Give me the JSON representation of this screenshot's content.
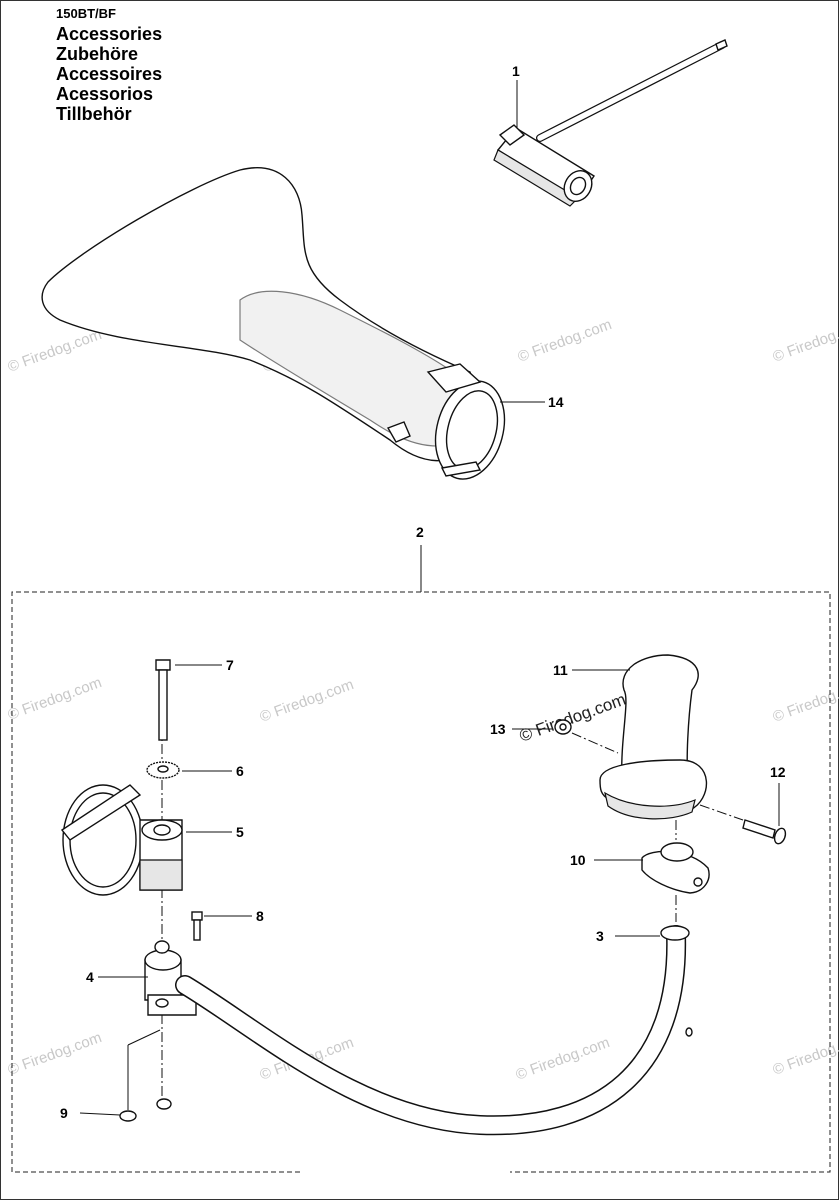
{
  "header": {
    "model": "150BT/BF",
    "titles": [
      "Accessories",
      "Zubehöre",
      "Accessoires",
      "Acessorios",
      "Tillbehör"
    ]
  },
  "callouts": {
    "p1": "1",
    "p2": "2",
    "p3": "3",
    "p4": "4",
    "p5": "5",
    "p6": "6",
    "p7": "7",
    "p8": "8",
    "p9": "9",
    "p10": "10",
    "p11": "11",
    "p12": "12",
    "p13": "13",
    "p14": "14"
  },
  "watermark": "© Firedog.com"
}
